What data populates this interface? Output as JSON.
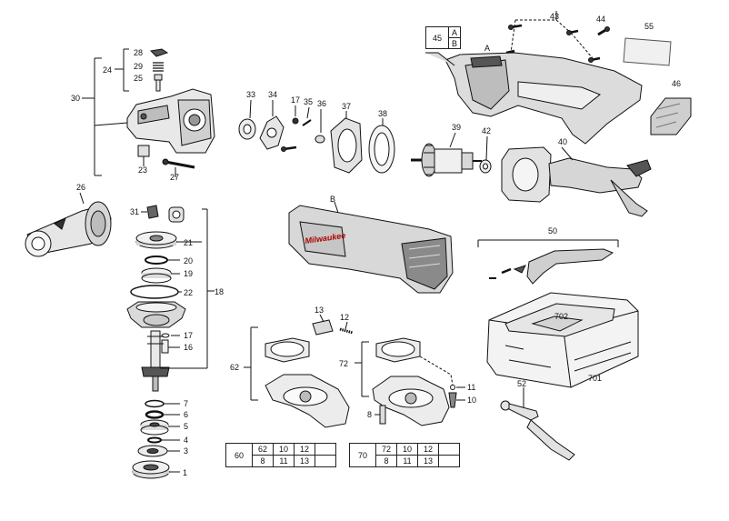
{
  "labels": {
    "p1": "1",
    "p3": "3",
    "p4": "4",
    "p5": "5",
    "p6": "6",
    "p7": "7",
    "p8": "8",
    "p10": "10",
    "p11": "11",
    "p12": "12",
    "p13": "13",
    "p16": "16",
    "p17a": "17",
    "p17b": "17",
    "p18": "18",
    "p19": "19",
    "p20": "20",
    "p21": "21",
    "p22": "22",
    "p23": "23",
    "p24": "24",
    "p25": "25",
    "p26": "26",
    "p27": "27",
    "p28": "28",
    "p29": "29",
    "p30": "30",
    "p31": "31",
    "p33": "33",
    "p34": "34",
    "p35": "35",
    "p36": "36",
    "p37": "37",
    "p38": "38",
    "p39": "39",
    "p40": "40",
    "p42": "42",
    "p43": "43",
    "p44": "44",
    "p46": "46",
    "p50": "50",
    "p52": "52",
    "p55": "55",
    "p62": "62",
    "p70": "70",
    "p72": "72",
    "p701": "701",
    "p702": "702",
    "pA": "A",
    "pB": "B"
  },
  "box45": {
    "num": "45",
    "a": "A",
    "b": "B"
  },
  "table60": {
    "id": "60",
    "row1": [
      "62",
      "10",
      "12",
      ""
    ],
    "row2": [
      "8",
      "11",
      "13",
      ""
    ]
  },
  "table70": {
    "id": "70",
    "row1": [
      "72",
      "10",
      "12",
      ""
    ],
    "row2": [
      "8",
      "11",
      "13",
      ""
    ]
  },
  "brand": "Milwaukee"
}
